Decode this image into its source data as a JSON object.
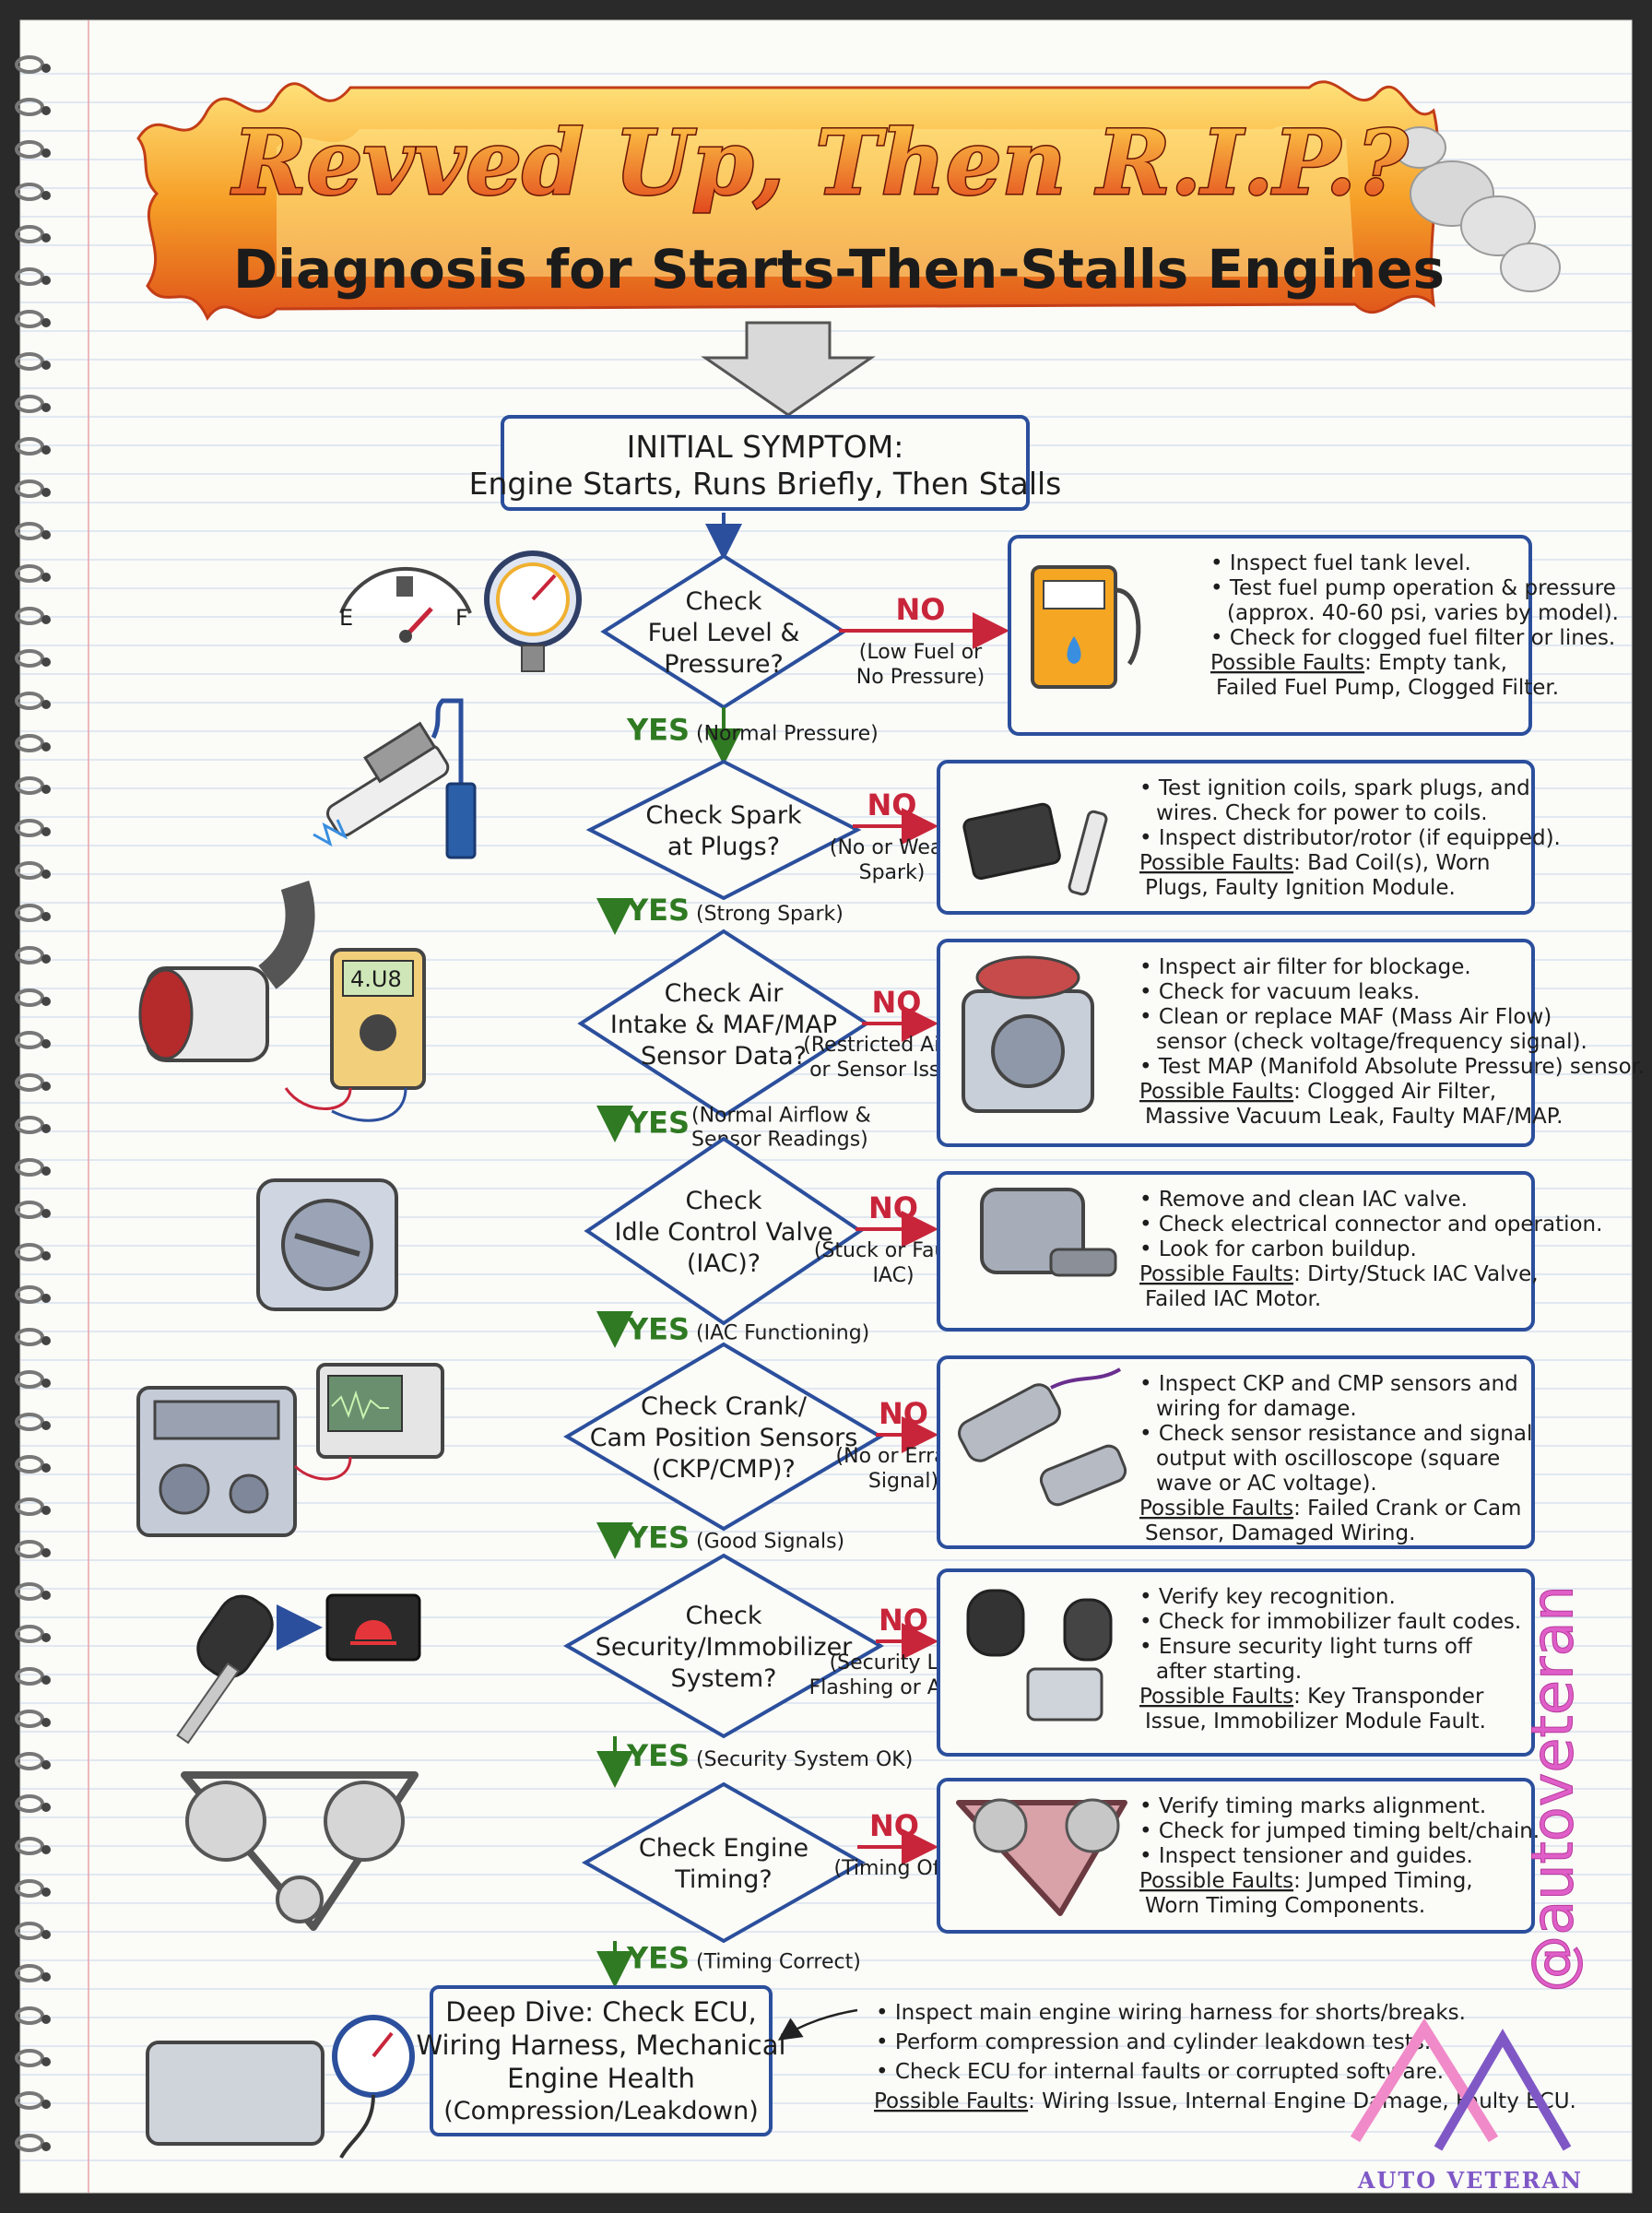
{
  "title": {
    "main": "Revved Up, Then R.I.P.?",
    "subtitle": "Diagnosis for Starts-Then-Stalls Engines"
  },
  "initial": {
    "line1": "INITIAL SYMPTOM:",
    "line2": "Engine Starts, Runs Briefly, Then Stalls"
  },
  "icons": {
    "fuel_gauge_e": "E",
    "fuel_gauge_f": "F",
    "multimeter_reading": "4.U8"
  },
  "steps": [
    {
      "decision": [
        "Check",
        "Fuel Level &",
        "Pressure?"
      ],
      "no_label": "NO",
      "no_note": [
        "(Low Fuel or",
        "No Pressure)"
      ],
      "yes_label": "YES",
      "yes_note": "(Normal Pressure)",
      "bullets": [
        [
          "Inspect fuel tank level."
        ],
        [
          "Test fuel pump operation & pressure",
          "(approx. 40-60 psi, varies by model)."
        ],
        [
          "Check for clogged fuel filter or lines."
        ]
      ],
      "faults_label": "Possible Faults",
      "faults": [
        "Empty tank,",
        "Failed Fuel Pump, Clogged Filter."
      ]
    },
    {
      "decision": [
        "Check Spark",
        "at Plugs?"
      ],
      "no_label": "NO",
      "no_note": [
        "(No or Weak",
        "Spark)"
      ],
      "yes_label": "YES",
      "yes_note": "(Strong Spark)",
      "bullets": [
        [
          "Test ignition coils, spark plugs, and",
          "wires. Check for power to coils."
        ],
        [
          "Inspect distributor/rotor (if equipped)."
        ]
      ],
      "faults_label": "Possible Faults",
      "faults": [
        "Bad Coil(s), Worn",
        "Plugs, Faulty Ignition Module."
      ]
    },
    {
      "decision": [
        "Check Air",
        "Intake & MAF/MAP",
        "Sensor Data?"
      ],
      "no_label": "NO",
      "no_note": [
        "(Restricted Airflow",
        "or Sensor Issues)"
      ],
      "yes_label": "YES",
      "yes_note": [
        "(Normal Airflow &",
        "Sensor Readings)"
      ],
      "bullets": [
        [
          "Inspect air filter for blockage."
        ],
        [
          "Check for vacuum leaks."
        ],
        [
          "Clean or replace MAF (Mass Air Flow)",
          "sensor (check voltage/frequency signal)."
        ],
        [
          "Test MAP (Manifold Absolute Pressure) sensor."
        ]
      ],
      "faults_label": "Possible Faults",
      "faults": [
        "Clogged Air Filter,",
        "Massive Vacuum Leak, Faulty MAF/MAP."
      ]
    },
    {
      "decision": [
        "Check",
        "Idle Control Valve",
        "(IAC)?"
      ],
      "no_label": "NO",
      "no_note": [
        "(Stuck or Faulty",
        "IAC)"
      ],
      "yes_label": "YES",
      "yes_note": "(IAC Functioning)",
      "bullets": [
        [
          "Remove and clean IAC valve."
        ],
        [
          "Check electrical connector and operation."
        ],
        [
          "Look for carbon buildup."
        ]
      ],
      "faults_label": "Possible Faults",
      "faults": [
        "Dirty/Stuck IAC Valve,",
        "Failed IAC Motor."
      ]
    },
    {
      "decision": [
        "Check Crank/",
        "Cam Position Sensors",
        "(CKP/CMP)?"
      ],
      "no_label": "NO",
      "no_note": [
        "(No or Erratic",
        "Signal)"
      ],
      "yes_label": "YES",
      "yes_note": "(Good Signals)",
      "bullets": [
        [
          "Inspect CKP and CMP sensors and",
          "wiring for damage."
        ],
        [
          "Check sensor resistance and signal",
          "output with oscilloscope (square",
          "wave or AC voltage)."
        ]
      ],
      "faults_label": "Possible Faults",
      "faults": [
        "Failed Crank or Cam",
        "Sensor, Damaged Wiring."
      ]
    },
    {
      "decision": [
        "Check",
        "Security/Immobilizer",
        "System?"
      ],
      "no_label": "NO",
      "no_note": [
        "(Security Light",
        "Flashing or Active)"
      ],
      "yes_label": "YES",
      "yes_note": "(Security System OK)",
      "bullets": [
        [
          "Verify key recognition."
        ],
        [
          "Check for immobilizer fault codes."
        ],
        [
          "Ensure security light turns off",
          "after starting."
        ]
      ],
      "faults_label": "Possible Faults",
      "faults": [
        "Key Transponder",
        "Issue, Immobilizer Module Fault."
      ]
    },
    {
      "decision": [
        "Check Engine",
        "Timing?"
      ],
      "no_label": "NO",
      "no_note": [
        "(Timing Off)"
      ],
      "yes_label": "YES",
      "yes_note": "(Timing Correct)",
      "bullets": [
        [
          "Verify timing marks alignment."
        ],
        [
          "Check for jumped timing belt/chain."
        ],
        [
          "Inspect tensioner and guides."
        ]
      ],
      "faults_label": "Possible Faults",
      "faults": [
        "Jumped Timing,",
        "Worn Timing Components."
      ]
    }
  ],
  "final": {
    "lines": [
      "Deep Dive: Check ECU,",
      "Wiring Harness, Mechanical",
      "Engine Health",
      "(Compression/Leakdown)"
    ],
    "bullets": [
      "Inspect main engine wiring harness for shorts/breaks.",
      "Perform compression and cylinder leakdown tests.",
      "Check ECU for internal faults or corrupted software."
    ],
    "faults_label": "Possible Faults",
    "faults": "Wiring Issue, Internal Engine Damage, Faulty ECU."
  },
  "watermark": "@autoveteran",
  "brand": "AUTO VETERAN",
  "colors": {
    "paper": "#fbfbf8",
    "rule_line": "#b9c9e4",
    "margin_line": "#e7a3a8",
    "box_border": "#2b4f9c",
    "no_arrow": "#c8253a",
    "yes_arrow": "#2f7a22",
    "title_red": "#c32a1a",
    "flame_orange": "#f08a1c",
    "flame_yellow": "#ffd84a",
    "watermark_pink": "#e05ec8"
  }
}
